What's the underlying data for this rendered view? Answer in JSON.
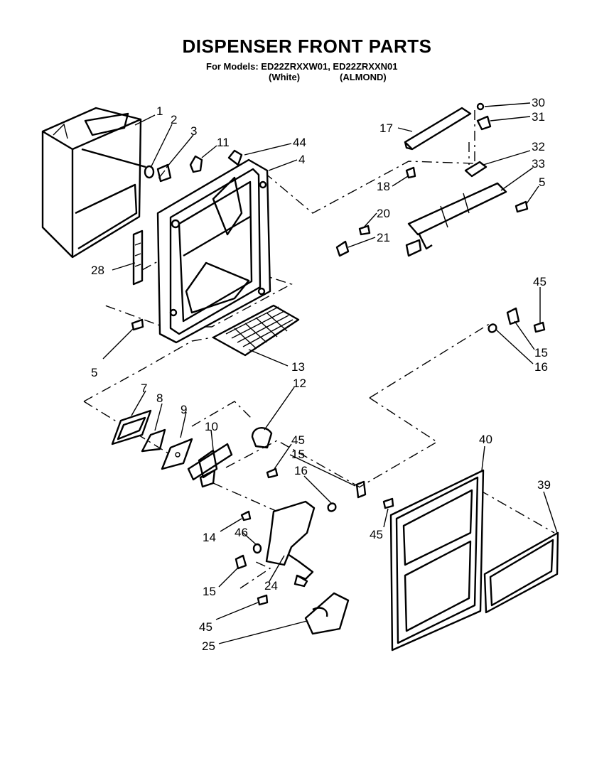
{
  "header": {
    "title": "DISPENSER FRONT PARTS",
    "models_line": "For Models: ED22ZRXXW01, ED22ZRXXN01",
    "variant_white": "(White)",
    "variant_almond": "(ALMOND)"
  },
  "callouts": [
    {
      "id": "c1",
      "label": "1"
    },
    {
      "id": "c2",
      "label": "2"
    },
    {
      "id": "c3",
      "label": "3"
    },
    {
      "id": "c11",
      "label": "11"
    },
    {
      "id": "c44",
      "label": "44"
    },
    {
      "id": "c4",
      "label": "4"
    },
    {
      "id": "c28",
      "label": "28"
    },
    {
      "id": "c5a",
      "label": "5"
    },
    {
      "id": "c13",
      "label": "13"
    },
    {
      "id": "c12",
      "label": "12"
    },
    {
      "id": "c7",
      "label": "7"
    },
    {
      "id": "c8",
      "label": "8"
    },
    {
      "id": "c9",
      "label": "9"
    },
    {
      "id": "c10",
      "label": "10"
    },
    {
      "id": "c45a",
      "label": "45"
    },
    {
      "id": "c15a",
      "label": "15"
    },
    {
      "id": "c16a",
      "label": "16"
    },
    {
      "id": "c45b",
      "label": "45"
    },
    {
      "id": "c14",
      "label": "14"
    },
    {
      "id": "c46",
      "label": "46"
    },
    {
      "id": "c15b",
      "label": "15"
    },
    {
      "id": "c24",
      "label": "24"
    },
    {
      "id": "c45c",
      "label": "45"
    },
    {
      "id": "c25",
      "label": "25"
    },
    {
      "id": "c30",
      "label": "30"
    },
    {
      "id": "c31",
      "label": "31"
    },
    {
      "id": "c17",
      "label": "17"
    },
    {
      "id": "c32",
      "label": "32"
    },
    {
      "id": "c33",
      "label": "33"
    },
    {
      "id": "c18",
      "label": "18"
    },
    {
      "id": "c5b",
      "label": "5"
    },
    {
      "id": "c20",
      "label": "20"
    },
    {
      "id": "c21",
      "label": "21"
    },
    {
      "id": "c45d",
      "label": "45"
    },
    {
      "id": "c15c",
      "label": "15"
    },
    {
      "id": "c16b",
      "label": "16"
    },
    {
      "id": "c40",
      "label": "40"
    },
    {
      "id": "c39",
      "label": "39"
    }
  ]
}
